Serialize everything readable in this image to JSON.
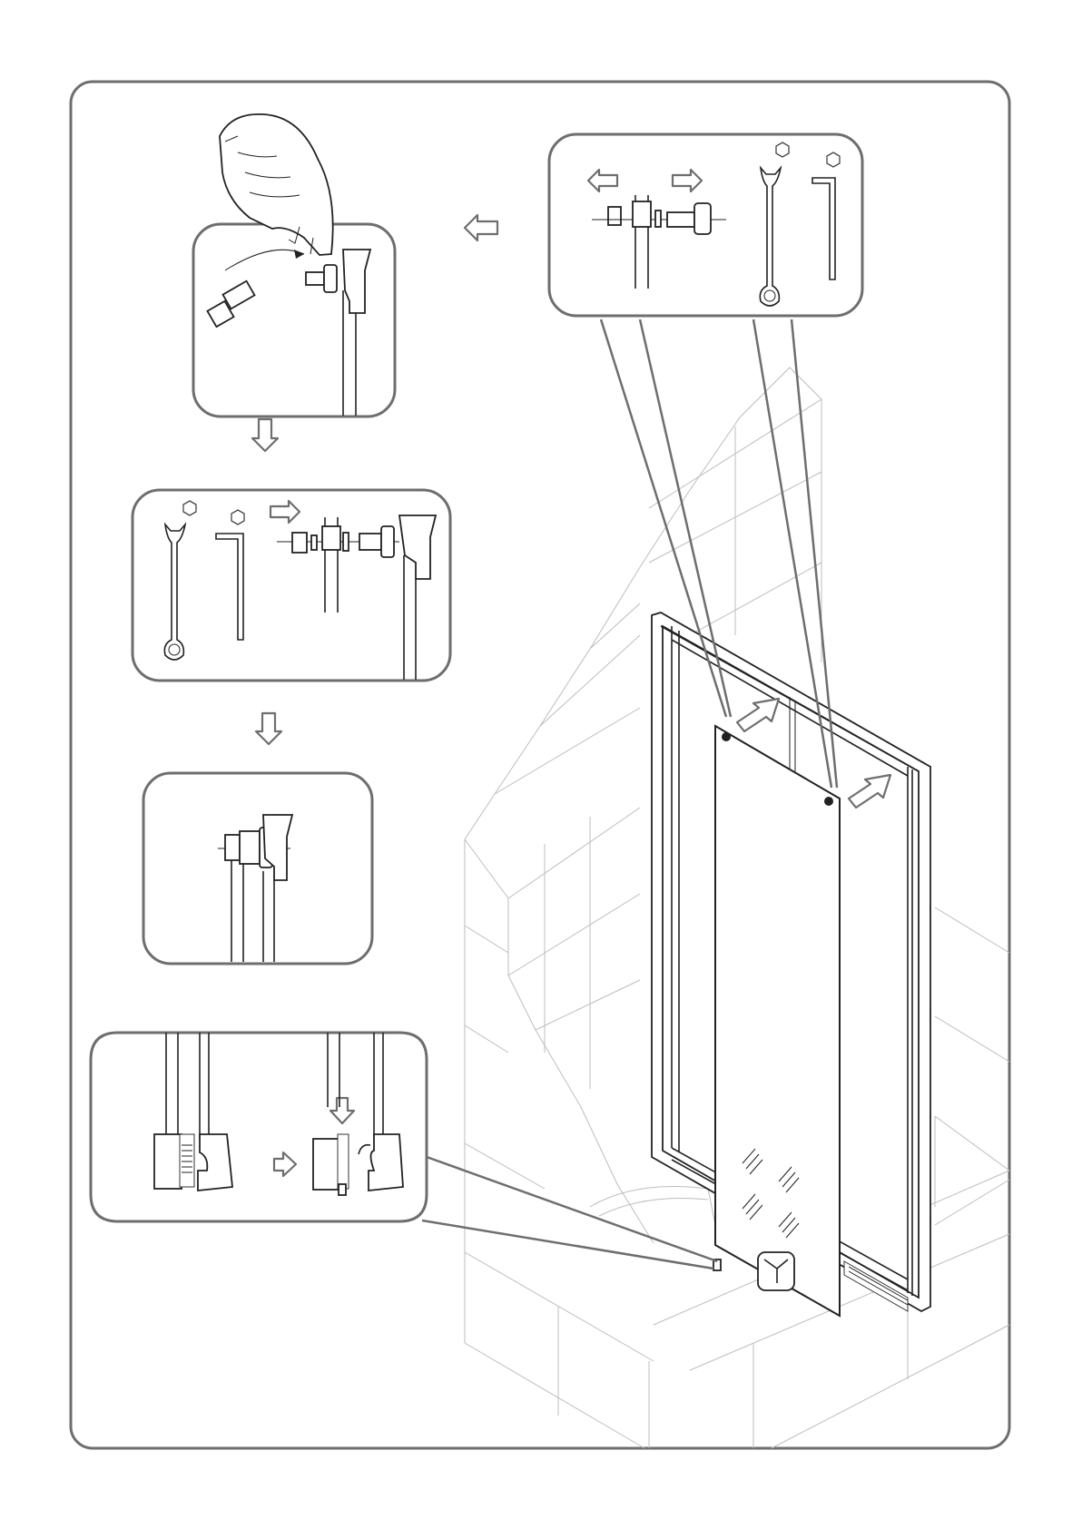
{
  "page": {
    "footer_mark": "",
    "accent_color": "#6e6e6e"
  },
  "steps": [
    {
      "id": "step-1",
      "icon": "hand-push-icon"
    },
    {
      "id": "step-2",
      "icon": "wrench-icon"
    },
    {
      "id": "step-3",
      "icon": "tightened-hinge-icon"
    },
    {
      "id": "step-4",
      "icon": "clip-insert-icon"
    }
  ],
  "tools": [
    "spanner-icon",
    "hex-key-icon"
  ]
}
